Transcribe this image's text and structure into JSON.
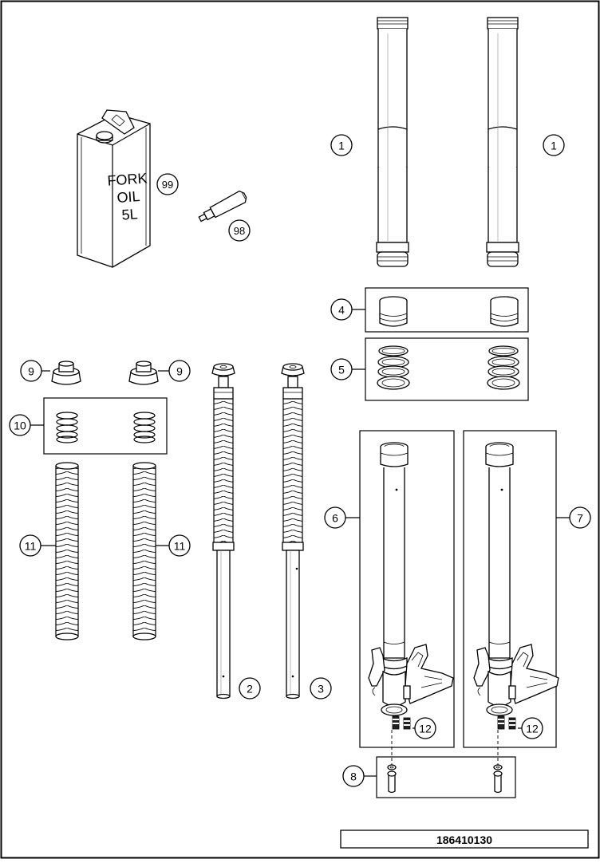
{
  "diagram": {
    "drawing_number": "186410130",
    "can_label": [
      "FORK",
      "OIL",
      "5L"
    ],
    "callouts": [
      "1",
      "1",
      "2",
      "3",
      "4",
      "5",
      "6",
      "7",
      "8",
      "9",
      "9",
      "10",
      "11",
      "11",
      "12",
      "12",
      "98",
      "99"
    ]
  }
}
